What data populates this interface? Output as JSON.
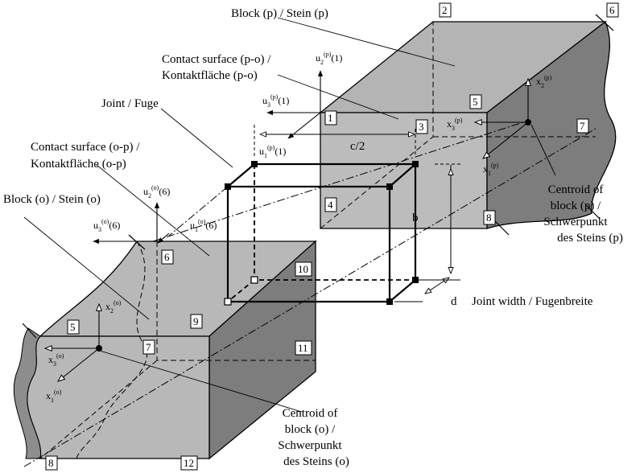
{
  "labels": {
    "block_p": "Block (p) / Stein (p)",
    "contact_po_1": "Contact surface (p-o) /",
    "contact_po_2": "Kontaktfläche (p-o)",
    "joint": "Joint / Fuge",
    "contact_op_1": "Contact surface (o-p) /",
    "contact_op_2": "Kontaktfläche (o-p)",
    "block_o": "Block (o) / Stein (o)",
    "centroid_p_1": "Centroid of",
    "centroid_p_2": "block (p) /",
    "centroid_p_3": "Schwerpunkt",
    "centroid_p_4": "des Steins (p)",
    "centroid_o_1": "Centroid of",
    "centroid_o_2": "block (o) /",
    "centroid_o_3": "Schwerpunkt",
    "centroid_o_4": "des Steins (o)",
    "joint_width": "Joint width / Fugenbreite",
    "dim_c2": "c/2",
    "dim_b": "b",
    "dim_d": "d"
  },
  "symbols": {
    "u2p": {
      "base": "u",
      "sub": "2",
      "sup": "(p)",
      "tail": "(1)"
    },
    "u3p": {
      "base": "u",
      "sub": "3",
      "sup": "(p)",
      "tail": "(1)"
    },
    "u1p": {
      "base": "u",
      "sub": "1",
      "sup": "(p)",
      "tail": "(1)"
    },
    "u2o": {
      "base": "u",
      "sub": "2",
      "sup": "(o)",
      "tail": "(6)"
    },
    "u3o": {
      "base": "u",
      "sub": "3",
      "sup": "(o)",
      "tail": "(6)"
    },
    "u1o": {
      "base": "u",
      "sub": "1",
      "sup": "(o)",
      "tail": "(6)"
    },
    "x2p": {
      "base": "x",
      "sub": "2",
      "sup": "(p)"
    },
    "x3p": {
      "base": "x",
      "sub": "3",
      "sup": "(p)"
    },
    "x1p": {
      "base": "x",
      "sub": "1",
      "sup": "(p)"
    },
    "x2o": {
      "base": "x",
      "sub": "2",
      "sup": "(o)"
    },
    "x3o": {
      "base": "x",
      "sub": "3",
      "sup": "(o)"
    },
    "x1o": {
      "base": "x",
      "sub": "1",
      "sup": "(o)"
    }
  },
  "node_numbers": [
    "1",
    "2",
    "3",
    "4",
    "5",
    "6",
    "7",
    "8",
    "9",
    "10",
    "11",
    "12"
  ],
  "colors": {
    "block_light": "#bdbdbd",
    "block_mid": "#a9a9a9",
    "block_dark": "#7d7d7d",
    "line": "#000000"
  }
}
